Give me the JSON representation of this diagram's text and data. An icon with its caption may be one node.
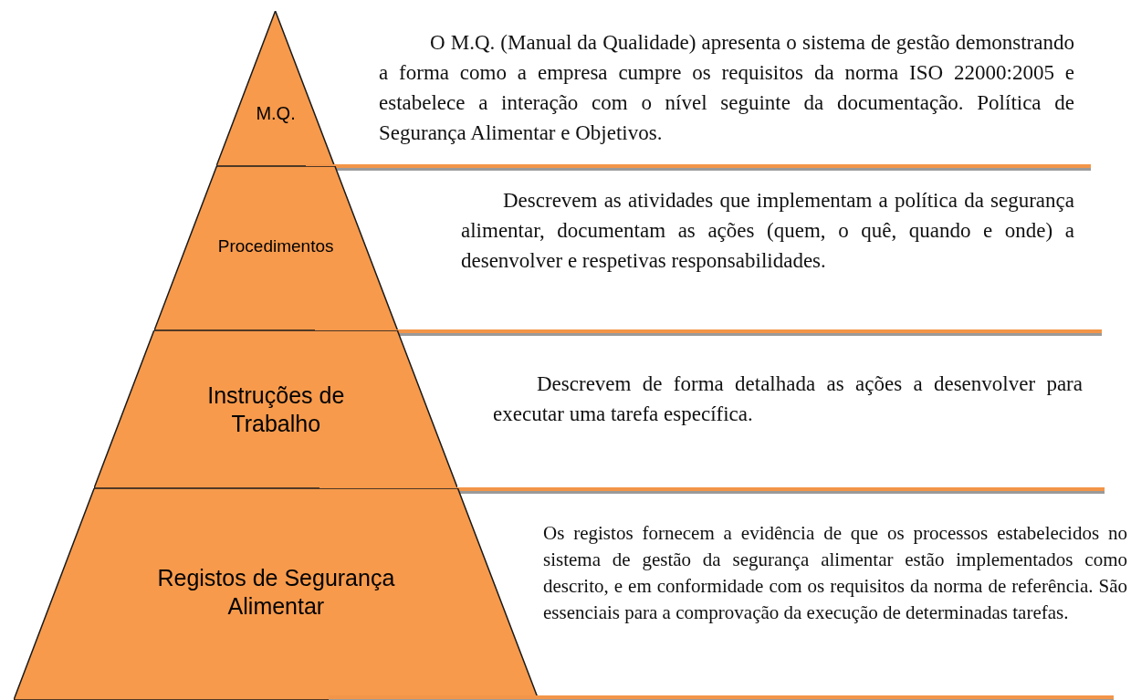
{
  "diagram": {
    "nodes": [
      {
        "text": [
          "M.Q."
        ]
      },
      {
        "text": [
          "Procedimentos"
        ]
      },
      {
        "text": [
          "Instruções de Trabalho"
        ]
      },
      {
        "text": [
          "Registos de Segurança Alimentar"
        ]
      }
    ],
    "labels": [
      "O M.Q. (Manual da Qualidade) apresenta o sistema de gestão demonstrando a forma como a empresa cumpre os requisitos da norma ISO 22000:2005 e estabelece a interação com o nível seguinte da documentação. Política de Segurança Alimentar e Objetivos.",
      "Descrevem as atividades que implementam a política da segurança alimentar, documentam as ações (quem, o quê, quando e onde) a desenvolver e respetivas responsabilidades.",
      "Descrevem de forma detalhada as ações a desenvolver para executar uma tarefa específica.",
      "Os registos fornecem a evidência de que os processos estabelecidos no sistema de gestão da segurança alimentar estão implementados como descrito, e em conformidade com os requisitos da norma de referência. São essenciais para a comprovação da execução de determinadas tarefas."
    ]
  }
}
